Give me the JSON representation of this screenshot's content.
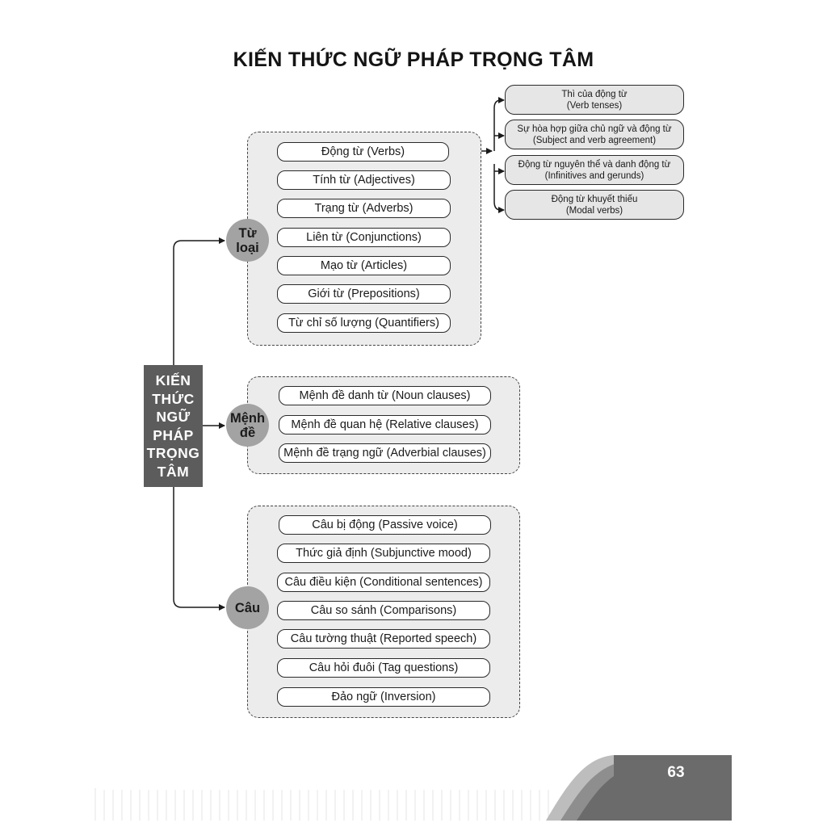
{
  "title": "KIẾN THỨC NGỮ PHÁP TRỌNG TÂM",
  "root": {
    "lines": [
      "KIẾN",
      "THỨC",
      "NGỮ",
      "PHÁP",
      "TRỌNG",
      "TÂM"
    ]
  },
  "branches": [
    {
      "label_lines": [
        "Từ",
        "loại"
      ],
      "items": [
        "Động từ (Verbs)",
        "Tính từ (Adjectives)",
        "Trạng từ (Adverbs)",
        "Liên từ (Conjunctions)",
        "Mạo từ (Articles)",
        "Giới từ (Prepositions)",
        "Từ chỉ số lượng (Quantifiers)"
      ]
    },
    {
      "label_lines": [
        "Mệnh",
        "đề"
      ],
      "items": [
        "Mệnh đề danh từ (Noun clauses)",
        "Mệnh đề quan hệ (Relative clauses)",
        "Mệnh đề trạng ngữ (Adverbial clauses)"
      ]
    },
    {
      "label_lines": [
        "Câu"
      ],
      "items": [
        "Câu bị động (Passive voice)",
        "Thức giả định (Subjunctive mood)",
        "Câu điều kiện (Conditional sentences)",
        "Câu so sánh (Comparisons)",
        "Câu tường thuật (Reported speech)",
        "Câu hỏi đuôi (Tag questions)",
        "Đảo ngữ (Inversion)"
      ]
    }
  ],
  "verb_subtopics": [
    {
      "vi": "Thì của động từ",
      "en": "(Verb tenses)"
    },
    {
      "vi": "Sự hòa hợp giữa chủ ngữ và động từ",
      "en": "(Subject and verb agreement)"
    },
    {
      "vi": "Động từ nguyên thể và danh động từ",
      "en": "(Infinitives and gerunds)"
    },
    {
      "vi": "Động từ khuyết thiếu",
      "en": "(Modal verbs)"
    }
  ],
  "page_number": "63",
  "colors": {
    "root_bg": "#5c5c5c",
    "circle_bg": "#a3a3a3",
    "group_bg": "#ececec",
    "footer_bg": "#6b6b6b"
  }
}
